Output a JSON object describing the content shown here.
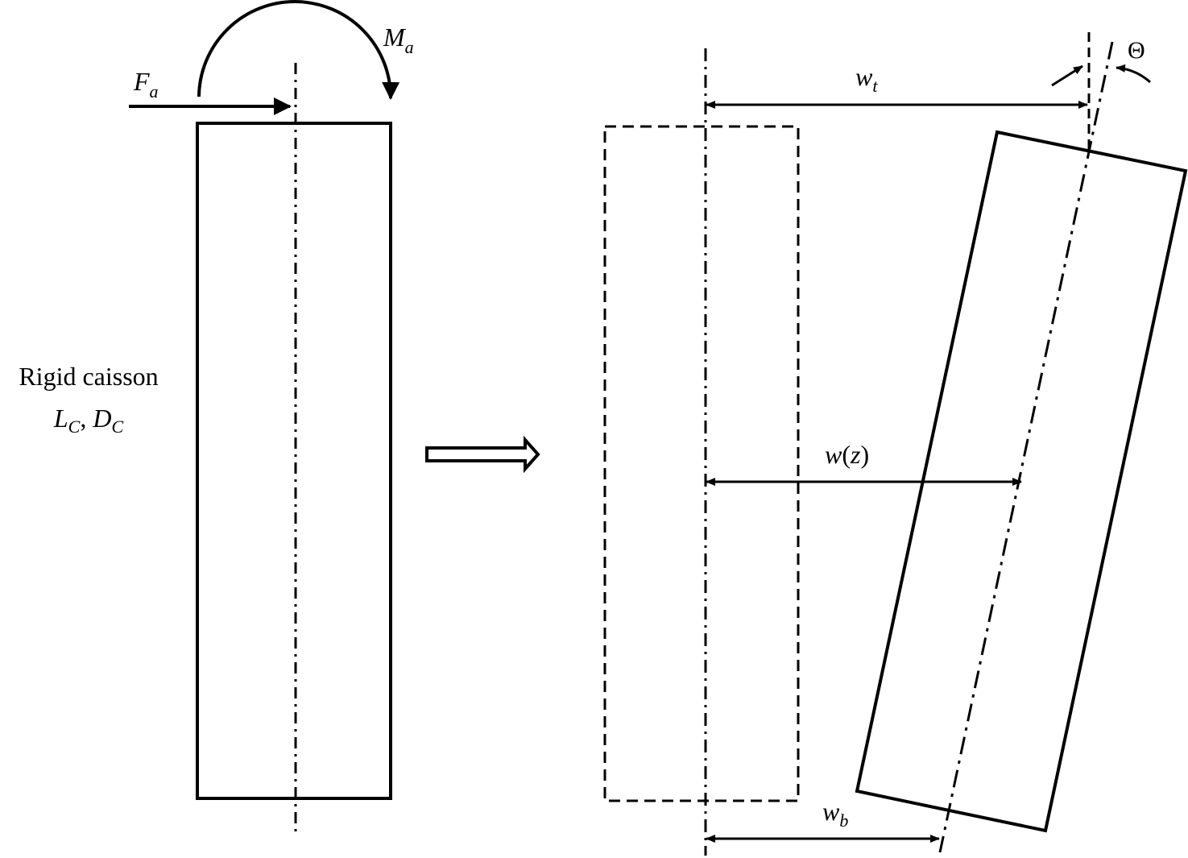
{
  "labels": {
    "force": {
      "symbol": "F",
      "subscript": "a"
    },
    "moment": {
      "symbol": "M",
      "subscript": "a"
    },
    "caisson_name": "Rigid caisson",
    "caisson_dims": {
      "L": "L",
      "L_sub": "C",
      "sep": ", ",
      "D": "D",
      "D_sub": "C"
    },
    "top_displacement": {
      "symbol": "w",
      "subscript": "t"
    },
    "depth_displacement": {
      "symbol": "w",
      "open": "(",
      "var": "z",
      "close": ")"
    },
    "base_displacement": {
      "symbol": "w",
      "subscript": "b"
    },
    "rotation": "Θ"
  },
  "colors": {
    "stroke": "#000000",
    "background": "#ffffff"
  }
}
